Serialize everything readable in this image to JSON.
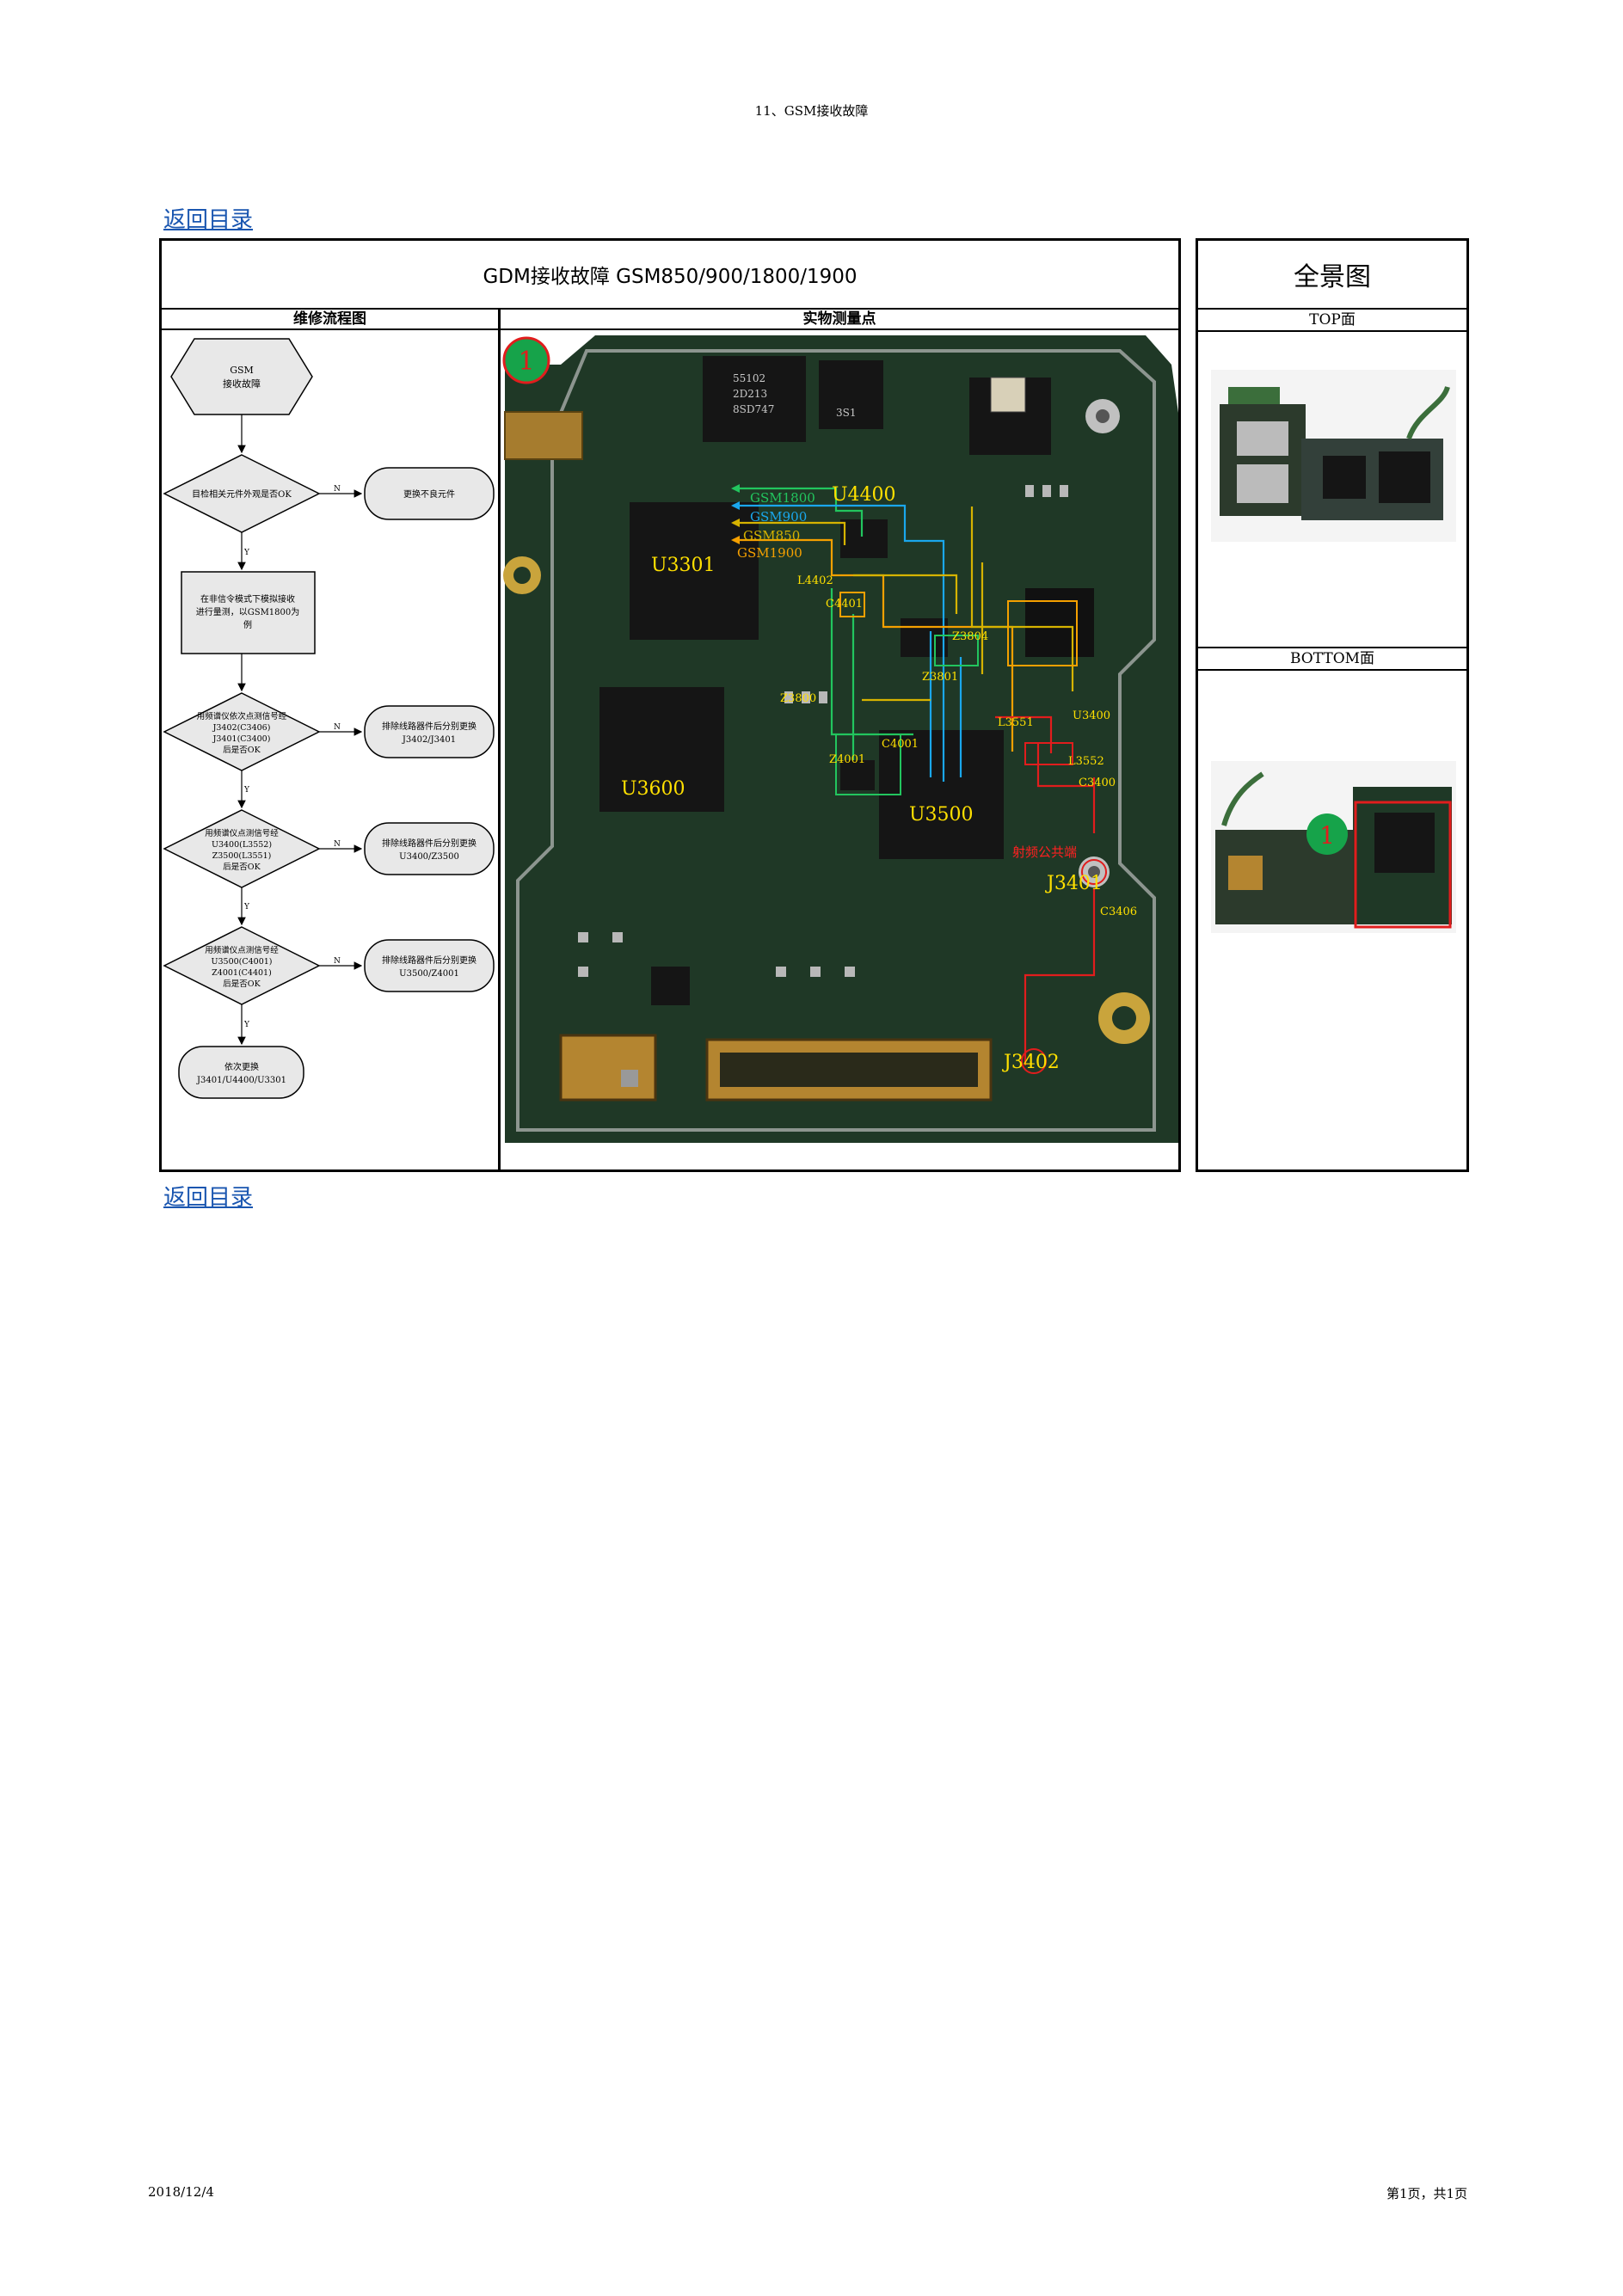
{
  "header": {
    "title": "11、GSM接收故障"
  },
  "nav": {
    "back_top": "返回目录",
    "back_bottom": "返回目录"
  },
  "table": {
    "title": "GDM接收故障 GSM850/900/1800/1900",
    "col_flow": "维修流程图",
    "col_photo": "实物测量点"
  },
  "flow": {
    "start": [
      "GSM",
      "接收故障"
    ],
    "q1": "目检相关元件外观是否OK",
    "a1": "更换不良元件",
    "step1": [
      "在非信令模式下模拟接收",
      "进行量测，以GSM1800为",
      "例"
    ],
    "q2": [
      "用频谱仪依次点测信号经",
      "J3402(C3406)",
      "J3401(C3400)",
      "后是否OK"
    ],
    "a2": [
      "排除线路器件后分别更换",
      "J3402/J3401"
    ],
    "q3": [
      "用频谱仪点测信号经",
      "U3400(L3552)",
      "Z3500(L3551)",
      "后是否OK"
    ],
    "a3": [
      "排除线路器件后分别更换",
      "U3400/Z3500"
    ],
    "q4": [
      "用频谱仪点测信号经",
      "U3500(C4001)",
      "Z4001(C4401)",
      "后是否OK"
    ],
    "a4": [
      "排除线路器件后分别更换",
      "U3500/Z4001"
    ],
    "end": [
      "依次更换",
      "J3401/U4400/U3301"
    ],
    "yes": "Y",
    "no": "N"
  },
  "board": {
    "marker": "1",
    "big_labels": [
      "U4400",
      "U3301",
      "U3600",
      "U3500",
      "J3401",
      "J3402"
    ],
    "small_labels": [
      "Z3804",
      "Z3801",
      "Z3800",
      "Z4001",
      "L3551",
      "U3400",
      "L3552",
      "C3400",
      "C3406",
      "C4401",
      "C4001",
      "L4402",
      "射频公共端"
    ],
    "band_labels": [
      "GSM1800",
      "GSM900",
      "GSM850",
      "GSM1900"
    ],
    "chip_marks": [
      "55102",
      "2D213",
      "8SD747",
      "3S1"
    ]
  },
  "side": {
    "title": "全景图",
    "top_label": "TOP面",
    "bottom_label": "BOTTOM面",
    "marker": "1"
  },
  "footer": {
    "date": "2018/12/4",
    "page": "第1页，共1页"
  },
  "colors": {
    "band_1800": "#22c55e",
    "band_900": "#1aa7ec",
    "band_850": "#d6b300",
    "band_1900": "#f5a000",
    "path_red": "#e11d1d",
    "marker_green": "#16a34a"
  }
}
